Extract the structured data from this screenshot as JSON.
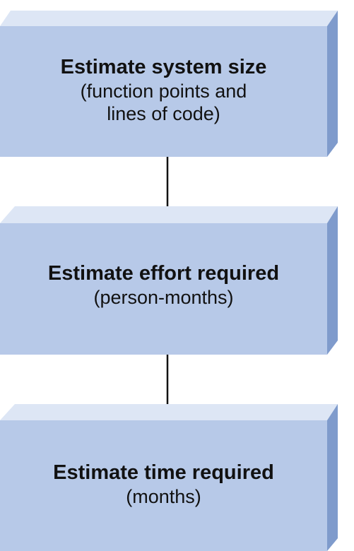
{
  "diagram": {
    "type": "vertical-flowchart",
    "colors": {
      "box_front": "#b7c9e8",
      "box_top": "#dde6f5",
      "box_side": "#7f9bcc",
      "arrow": "#111111",
      "text": "#111111"
    },
    "steps": [
      {
        "title": "Estimate system size",
        "sub_lines": [
          "(function points and",
          "lines of code)"
        ]
      },
      {
        "title": "Estimate effort required",
        "sub_lines": [
          "(person-months)"
        ]
      },
      {
        "title": "Estimate time required",
        "sub_lines": [
          "(months)"
        ]
      }
    ],
    "edges": [
      {
        "from": 0,
        "to": 1
      },
      {
        "from": 1,
        "to": 2
      }
    ]
  }
}
